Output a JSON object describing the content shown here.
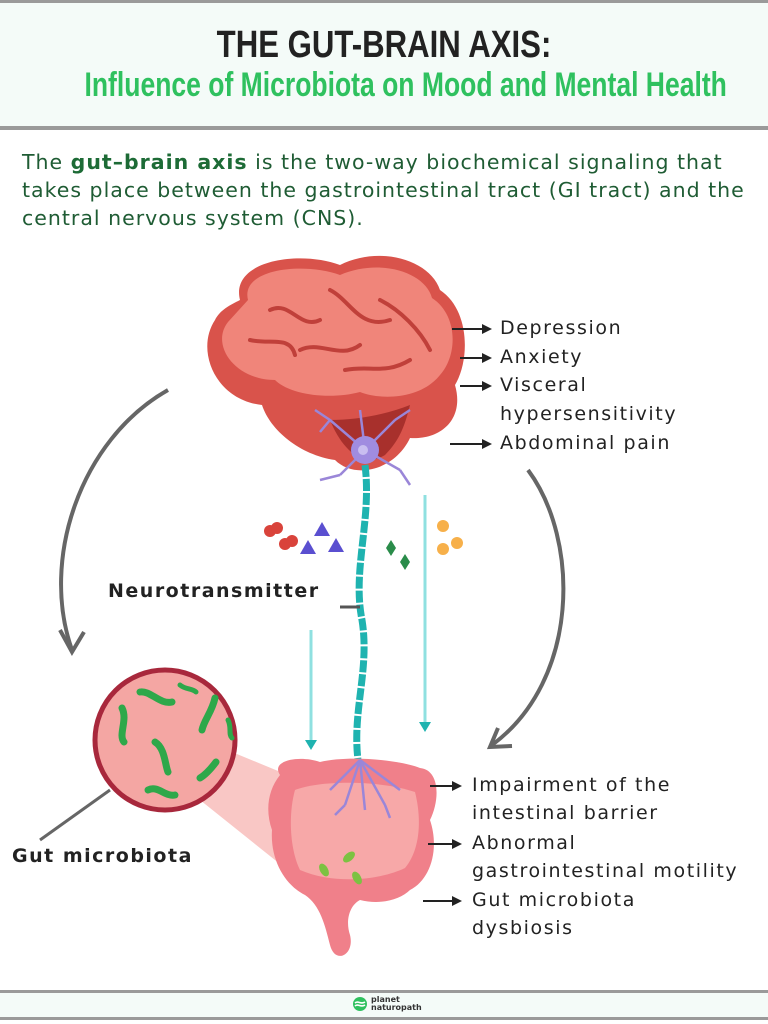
{
  "header": {
    "title": "THE GUT-BRAIN AXIS:",
    "subtitle": "Influence of Microbiota on Mood and Mental Health"
  },
  "intro": {
    "prefix": "The ",
    "bold": "gut–brain axis",
    "rest": " is the two-way biochemical signaling that takes place between the gastrointestinal tract (GI tract) and the central nervous system (CNS)."
  },
  "brain_effects": [
    {
      "line1": "Depression"
    },
    {
      "line1": "Anxiety"
    },
    {
      "line1": "Visceral",
      "line2": "hypersensitivity"
    },
    {
      "line1": "Abdominal pain"
    }
  ],
  "gut_effects": [
    {
      "line1": "Impairment of the",
      "line2": "intestinal barrier"
    },
    {
      "line1": "Abnormal",
      "line2": "gastrointestinal motility"
    },
    {
      "line1": "Gut microbiota",
      "line2": "dysbiosis"
    }
  ],
  "labels": {
    "neurotransmitter": "Neurotransmitter",
    "gut_microbiota": "Gut microbiota"
  },
  "colors": {
    "accent_green": "#2fc15f",
    "brain": "#e8685e",
    "neuron": "#a08ce0",
    "axon": "#1fb3b0",
    "gut": "#f08a8f",
    "microbe": "#2ea84a"
  },
  "footer": {
    "logo_line1": "planet",
    "logo_line2": "naturopath"
  }
}
